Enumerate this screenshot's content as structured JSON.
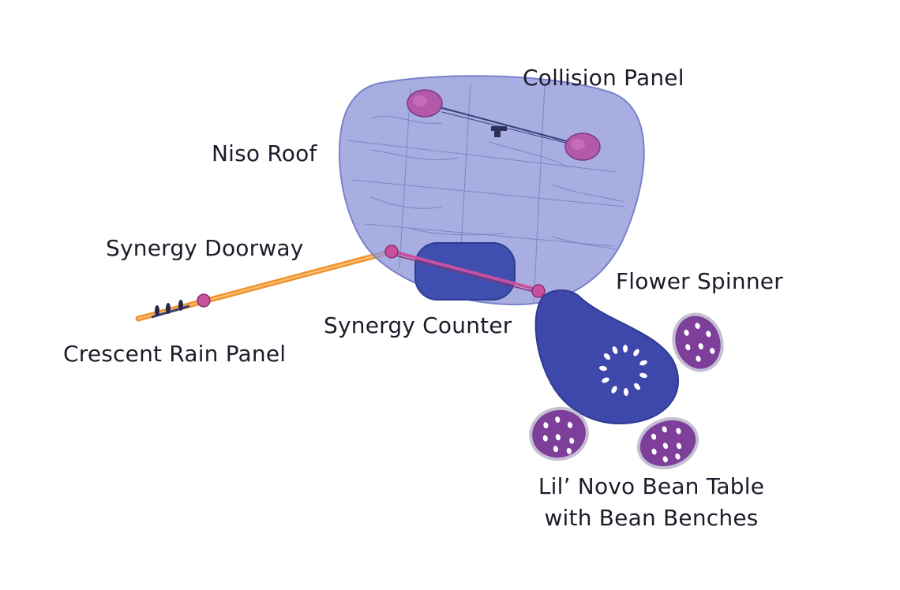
{
  "labels": {
    "collision_panel": "Collision Panel",
    "niso_roof": "Niso Roof",
    "synergy_doorway": "Synergy Doorway",
    "flower_spinner": "Flower Spinner",
    "synergy_counter": "Synergy Counter",
    "crescent_rain_panel": "Crescent Rain Panel",
    "bean_table_line1": "Lil’ Novo Bean Table",
    "bean_table_line2": "with Bean Benches"
  },
  "colors": {
    "roof_fill": "#8f97da",
    "roof_edge": "#7a82c9",
    "counter_fill": "#3e4fb0",
    "doorway": "#f0922d",
    "accent_magenta": "#c8509e",
    "bean_table": "#3d48aa",
    "bean_bench": "#7d3f9a"
  }
}
